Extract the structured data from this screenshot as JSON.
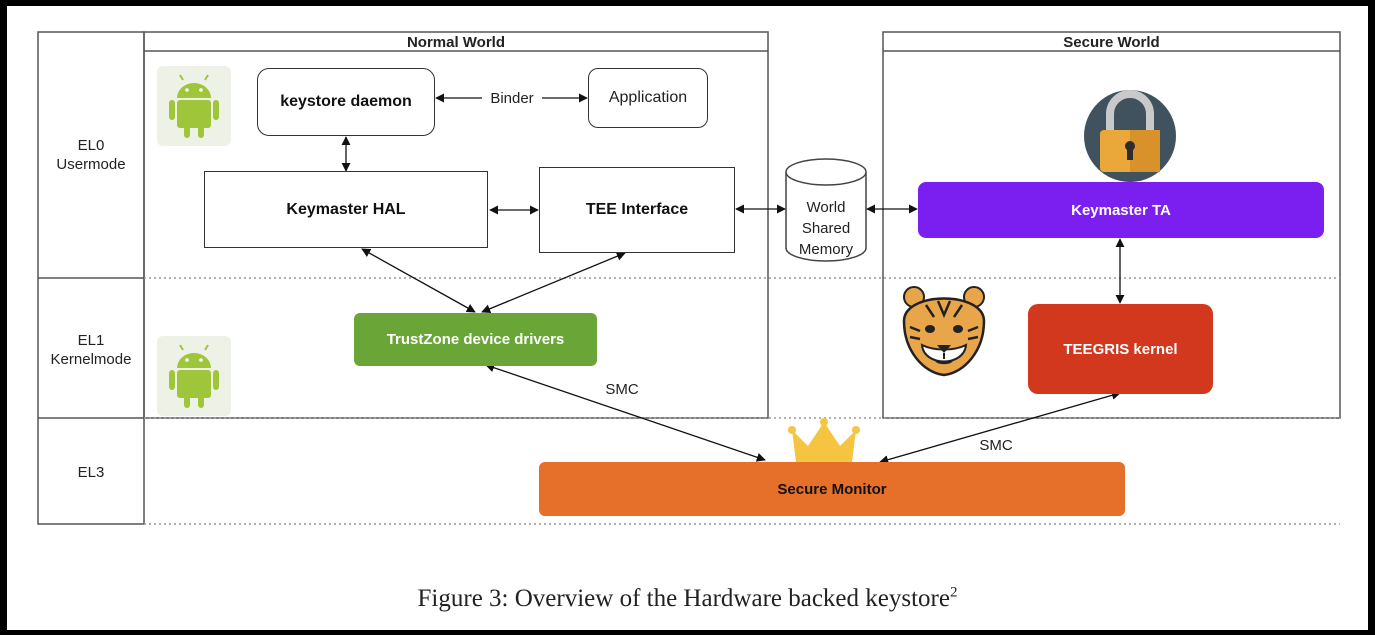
{
  "regions": {
    "normal_world": "Normal World",
    "secure_world": "Secure World"
  },
  "levels": {
    "el0_line1": "EL0",
    "el0_line2": "Usermode",
    "el1_line1": "EL1",
    "el1_line2": "Kernelmode",
    "el3": "EL3"
  },
  "boxes": {
    "keystore_daemon": "keystore daemon",
    "application": "Application",
    "keymaster_hal": "Keymaster HAL",
    "tee_interface": "TEE Interface",
    "keymaster_ta": "Keymaster TA",
    "trustzone_drivers": "TrustZone device drivers",
    "teegris_kernel": "TEEGRIS kernel",
    "secure_monitor": "Secure Monitor"
  },
  "memory": {
    "line1": "World",
    "line2": "Shared",
    "line3": "Memory"
  },
  "edge_labels": {
    "binder": "Binder",
    "smc_left": "SMC",
    "smc_right": "SMC"
  },
  "caption": {
    "text": "Figure 3: Overview of the Hardware backed keystore",
    "footnote_mark": "2"
  },
  "colors": {
    "keymaster_ta": "#7a1ff0",
    "trustzone_drivers": "#6aa637",
    "teegris_kernel": "#d2381d",
    "secure_monitor": "#e66f2a",
    "android": "#9fc63a",
    "lock_body": "#eba83a",
    "lock_bg": "#41525f",
    "crown": "#f5c542"
  },
  "icons": [
    "android-icon",
    "lock-icon",
    "tiger-icon",
    "crown-icon"
  ]
}
